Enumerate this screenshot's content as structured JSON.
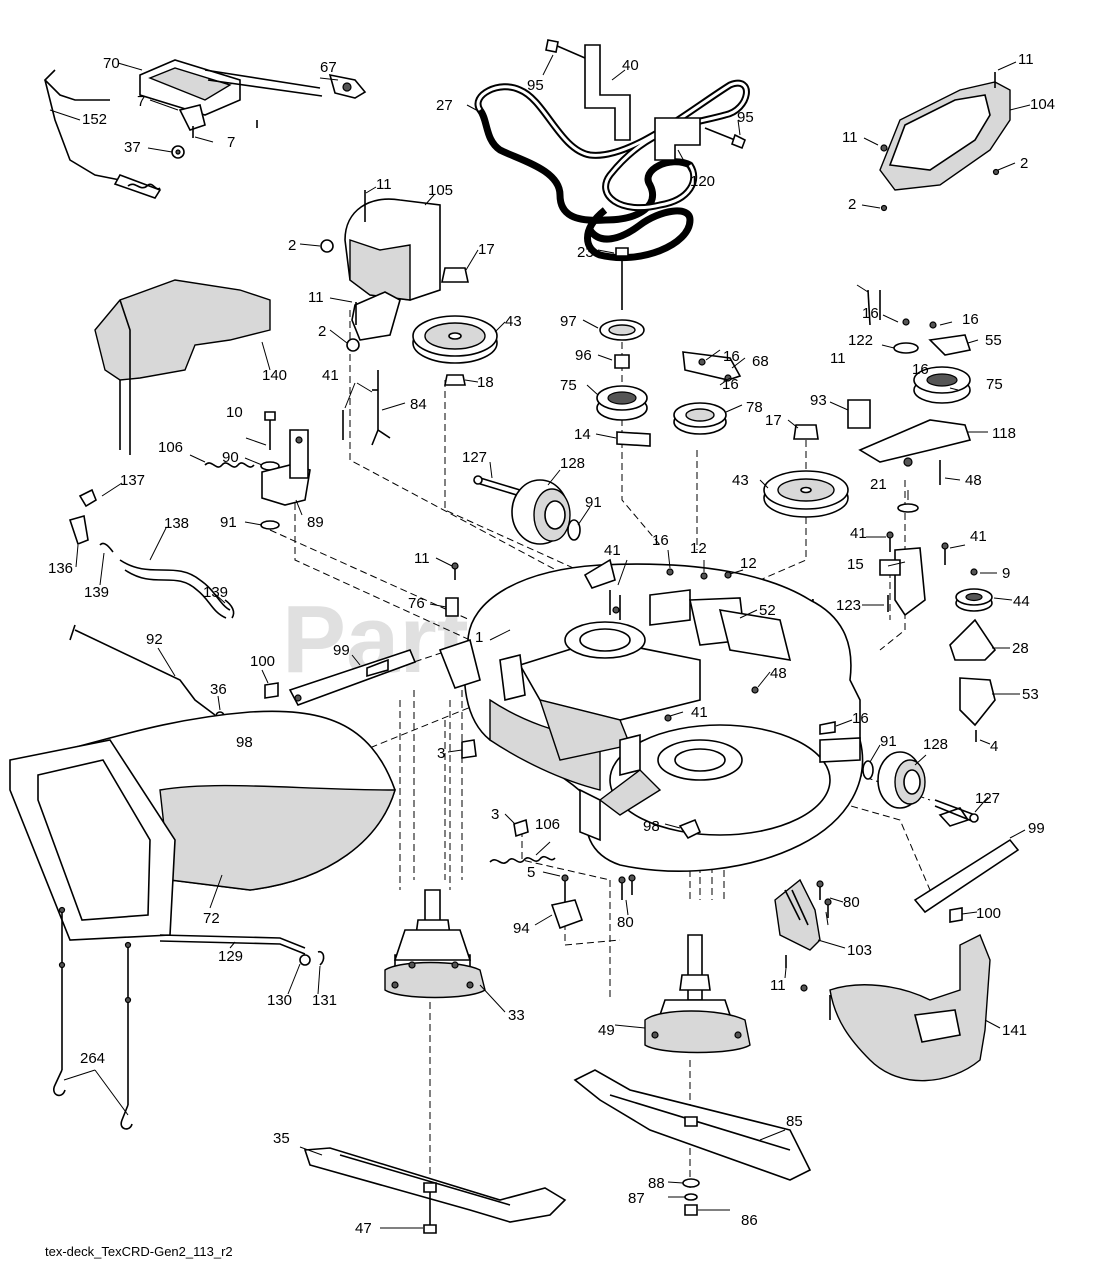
{
  "diagram": {
    "caption": "tex-deck_TexCRD-Gen2_113_r2",
    "watermark": "PartsTree",
    "watermark_mark": "TM"
  },
  "callouts": [
    {
      "id": "c70",
      "text": "70"
    },
    {
      "id": "c67",
      "text": "67"
    },
    {
      "id": "c7a",
      "text": "7"
    },
    {
      "id": "c7b",
      "text": "7"
    },
    {
      "id": "c152",
      "text": "152"
    },
    {
      "id": "c37",
      "text": "37"
    },
    {
      "id": "c95a",
      "text": "95"
    },
    {
      "id": "c40",
      "text": "40"
    },
    {
      "id": "c27",
      "text": "27"
    },
    {
      "id": "c95b",
      "text": "95"
    },
    {
      "id": "c120",
      "text": "120"
    },
    {
      "id": "c11a",
      "text": "11"
    },
    {
      "id": "c104",
      "text": "104"
    },
    {
      "id": "c11b",
      "text": "11"
    },
    {
      "id": "c2a",
      "text": "2"
    },
    {
      "id": "c2b",
      "text": "2"
    },
    {
      "id": "c11c",
      "text": "11"
    },
    {
      "id": "c105",
      "text": "105"
    },
    {
      "id": "c2c",
      "text": "2"
    },
    {
      "id": "c17a",
      "text": "17"
    },
    {
      "id": "c11d",
      "text": "11"
    },
    {
      "id": "c2d",
      "text": "2"
    },
    {
      "id": "c43a",
      "text": "43"
    },
    {
      "id": "c23",
      "text": "23"
    },
    {
      "id": "c97",
      "text": "97"
    },
    {
      "id": "c96",
      "text": "96"
    },
    {
      "id": "c16a",
      "text": "16"
    },
    {
      "id": "c16b",
      "text": "16"
    },
    {
      "id": "c122",
      "text": "122"
    },
    {
      "id": "c55",
      "text": "55"
    },
    {
      "id": "c140",
      "text": "140"
    },
    {
      "id": "c41a",
      "text": "41"
    },
    {
      "id": "c84",
      "text": "84"
    },
    {
      "id": "c18",
      "text": "18"
    },
    {
      "id": "c75a",
      "text": "75"
    },
    {
      "id": "c68",
      "text": "68"
    },
    {
      "id": "c16c",
      "text": "16"
    },
    {
      "id": "c16d",
      "text": "16"
    },
    {
      "id": "c11e",
      "text": "11"
    },
    {
      "id": "c16e",
      "text": "16"
    },
    {
      "id": "c75b",
      "text": "75"
    },
    {
      "id": "c78",
      "text": "78"
    },
    {
      "id": "c93",
      "text": "93"
    },
    {
      "id": "c10",
      "text": "10"
    },
    {
      "id": "c14",
      "text": "14"
    },
    {
      "id": "c17b",
      "text": "17"
    },
    {
      "id": "c118",
      "text": "118"
    },
    {
      "id": "c106a",
      "text": "106"
    },
    {
      "id": "c90",
      "text": "90"
    },
    {
      "id": "c127a",
      "text": "127"
    },
    {
      "id": "c128a",
      "text": "128"
    },
    {
      "id": "c43b",
      "text": "43"
    },
    {
      "id": "c21",
      "text": "21"
    },
    {
      "id": "c48a",
      "text": "48"
    },
    {
      "id": "c137",
      "text": "137"
    },
    {
      "id": "c89",
      "text": "89"
    },
    {
      "id": "c91a",
      "text": "91"
    },
    {
      "id": "c91b",
      "text": "91"
    },
    {
      "id": "c138",
      "text": "138"
    },
    {
      "id": "c16f",
      "text": "16"
    },
    {
      "id": "c12a",
      "text": "12"
    },
    {
      "id": "c12b",
      "text": "12"
    },
    {
      "id": "c41b",
      "text": "41"
    },
    {
      "id": "c41c",
      "text": "41"
    },
    {
      "id": "c41d",
      "text": "41"
    },
    {
      "id": "c136",
      "text": "136"
    },
    {
      "id": "c139a",
      "text": "139"
    },
    {
      "id": "c139b",
      "text": "139"
    },
    {
      "id": "c11f",
      "text": "11"
    },
    {
      "id": "c15",
      "text": "15"
    },
    {
      "id": "c9",
      "text": "9"
    },
    {
      "id": "c76",
      "text": "76"
    },
    {
      "id": "c52",
      "text": "52"
    },
    {
      "id": "c44",
      "text": "44"
    },
    {
      "id": "c123",
      "text": "123"
    },
    {
      "id": "c1",
      "text": "1"
    },
    {
      "id": "c92",
      "text": "92"
    },
    {
      "id": "c28",
      "text": "28"
    },
    {
      "id": "c99a",
      "text": "99"
    },
    {
      "id": "c100a",
      "text": "100"
    },
    {
      "id": "c48b",
      "text": "48"
    },
    {
      "id": "c53",
      "text": "53"
    },
    {
      "id": "c36",
      "text": "36"
    },
    {
      "id": "c41e",
      "text": "41"
    },
    {
      "id": "c16g",
      "text": "16"
    },
    {
      "id": "c4",
      "text": "4"
    },
    {
      "id": "c98a",
      "text": "98"
    },
    {
      "id": "c3a",
      "text": "3"
    },
    {
      "id": "c91c",
      "text": "91"
    },
    {
      "id": "c128b",
      "text": "128"
    },
    {
      "id": "c3b",
      "text": "3"
    },
    {
      "id": "c106b",
      "text": "106"
    },
    {
      "id": "c98b",
      "text": "98"
    },
    {
      "id": "c127b",
      "text": "127"
    },
    {
      "id": "c99b",
      "text": "99"
    },
    {
      "id": "c5",
      "text": "5"
    },
    {
      "id": "c72",
      "text": "72"
    },
    {
      "id": "c80a",
      "text": "80"
    },
    {
      "id": "c80b",
      "text": "80"
    },
    {
      "id": "c94",
      "text": "94"
    },
    {
      "id": "c100b",
      "text": "100"
    },
    {
      "id": "c103",
      "text": "103"
    },
    {
      "id": "c129",
      "text": "129"
    },
    {
      "id": "c130",
      "text": "130"
    },
    {
      "id": "c131",
      "text": "131"
    },
    {
      "id": "c11g",
      "text": "11"
    },
    {
      "id": "c33",
      "text": "33"
    },
    {
      "id": "c49",
      "text": "49"
    },
    {
      "id": "c141",
      "text": "141"
    },
    {
      "id": "c264",
      "text": "264"
    },
    {
      "id": "c35",
      "text": "35"
    },
    {
      "id": "c85",
      "text": "85"
    },
    {
      "id": "c88",
      "text": "88"
    },
    {
      "id": "c87",
      "text": "87"
    },
    {
      "id": "c47",
      "text": "47"
    },
    {
      "id": "c86",
      "text": "86"
    }
  ]
}
